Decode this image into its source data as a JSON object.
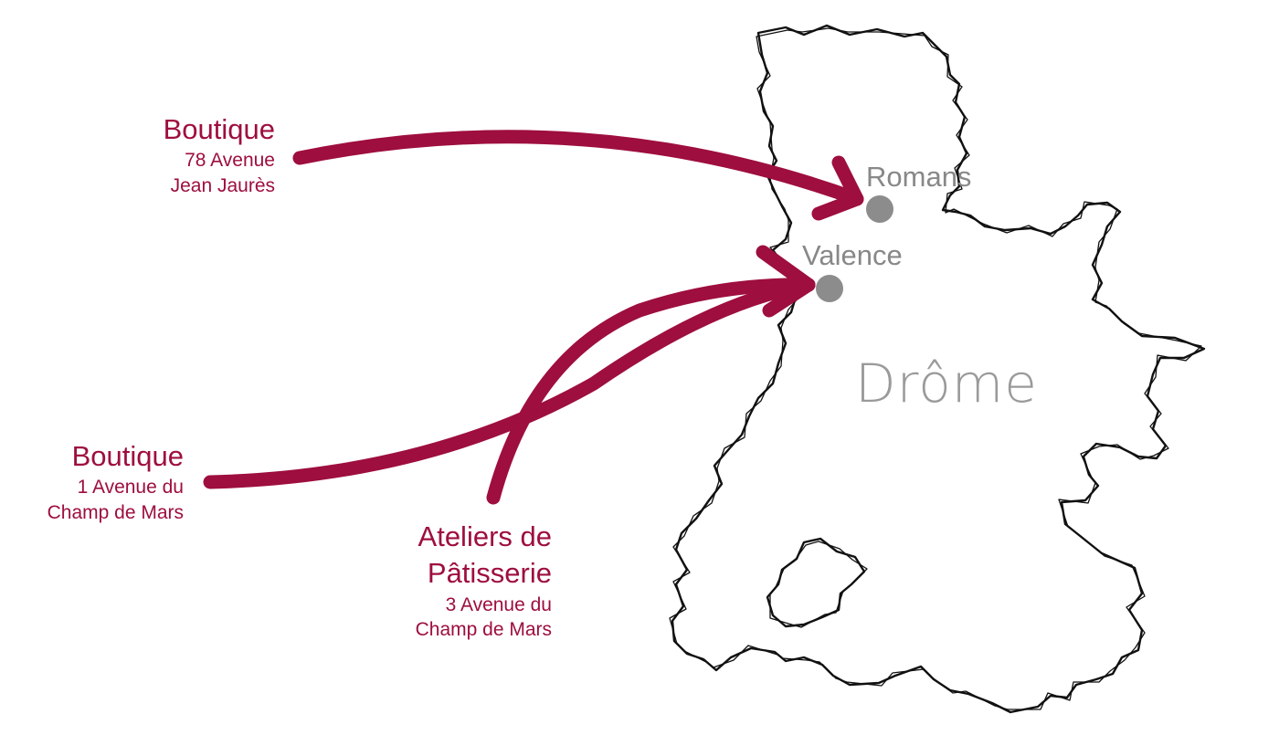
{
  "colors": {
    "accent": "#9e0e3e",
    "outline": "#111111",
    "city_dot": "#8c8c8c",
    "city_text": "#888888"
  },
  "region": {
    "name": "Drôme"
  },
  "cities": [
    {
      "name": "Romans"
    },
    {
      "name": "Valence"
    }
  ],
  "locations": [
    {
      "title": "Boutique",
      "address_line1": "78 Avenue",
      "address_line2": "Jean Jaurès",
      "points_to": "Romans"
    },
    {
      "title": "Boutique",
      "address_line1": "1 Avenue du",
      "address_line2": "Champ de Mars",
      "points_to": "Valence"
    },
    {
      "title_line1": "Ateliers de",
      "title_line2": "Pâtisserie",
      "address_line1": "3 Avenue du",
      "address_line2": "Champ de Mars",
      "points_to": "Valence"
    }
  ]
}
